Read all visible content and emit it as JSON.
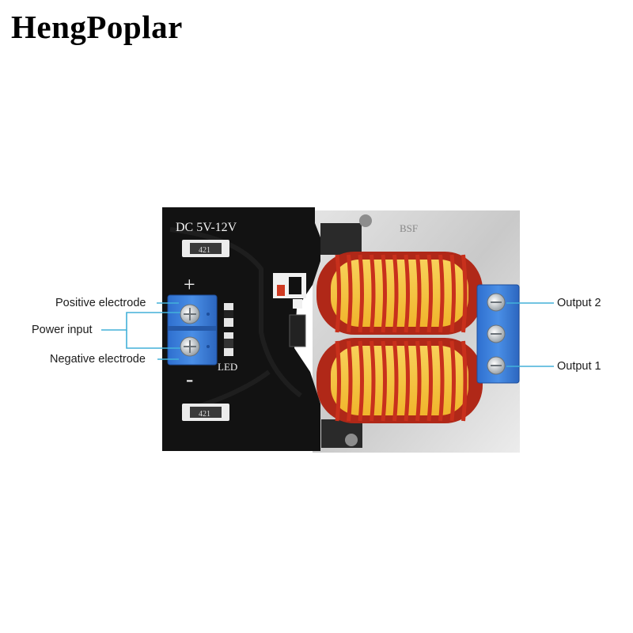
{
  "brand": "HengPoplar",
  "board": {
    "voltage_label": "DC 5V-12V",
    "led_label": "LED",
    "plus_sign": "+",
    "minus_sign": "-",
    "resistor_top_code": "421",
    "resistor_bottom_code": "421",
    "transistor_marking": "BSF",
    "colors": {
      "pcb": "#121212",
      "terminal_blue": "#3b7dd8",
      "coil_copper": "#c8301c",
      "core_yellow": "#f4c33c",
      "heatsink": "#d9d9d9",
      "callout_line": "#43b1d9"
    }
  },
  "callouts": {
    "positive": "Positive electrode",
    "power_input": "Power input",
    "negative": "Negative electrode",
    "output2": "Output 2",
    "output1": "Output 1"
  }
}
